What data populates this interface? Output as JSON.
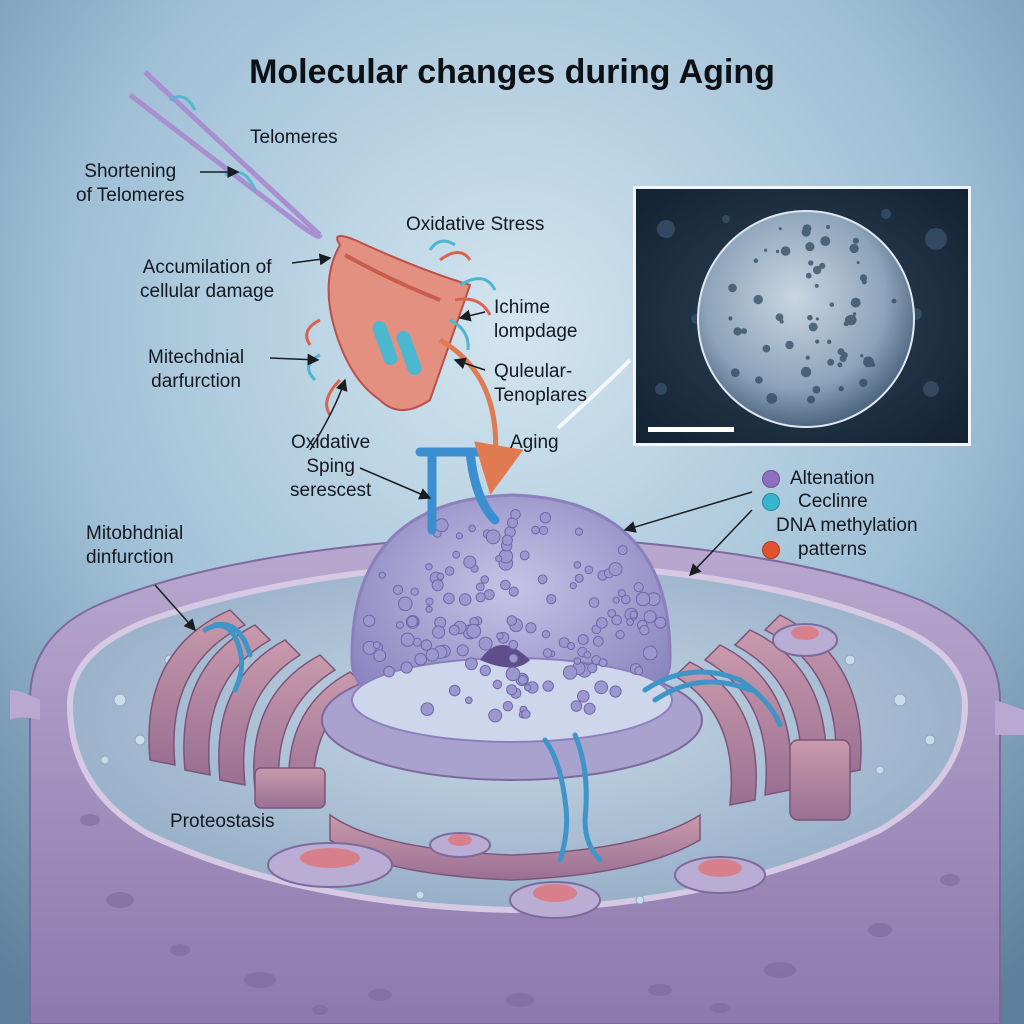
{
  "title": "Molecular changes during Aging",
  "labels": {
    "telomeres": "Telomeres",
    "shortening_l1": "Shortening",
    "shortening_l2": "of Telomeres",
    "oxidative_stress": "Oxidative Stress",
    "accumulation_l1": "Accumilation of",
    "accumulation_l2": "cellular damage",
    "ichime_l1": "Ichime",
    "ichime_l2": "lompdage",
    "mito_top_l1": "Mitechdnial",
    "mito_top_l2": "darfurction",
    "quleular_l1": "Quleular-",
    "quleular_l2": "Tenoplares",
    "oxidative_sping_l1": "Oxidative",
    "oxidative_sping_l2": "Sping",
    "oxidative_sping_l3": "serescest",
    "aging": "Aging",
    "mito_left_l1": "Mitobhdnial",
    "mito_left_l2": "dinfurction",
    "proteostasis": "Proteostasis"
  },
  "legend": [
    {
      "label": "Altenation",
      "color": "#8e6fbf"
    },
    {
      "label": "Ceclinre",
      "color": "#36b6cc"
    },
    {
      "label": "DNA methylation",
      "color": null
    },
    {
      "label": "patterns",
      "color": "#e0532e"
    }
  ],
  "colors": {
    "background_top": "#c5dbe8",
    "background_bottom": "#6f8eaa",
    "cell_membrane": "#b7a4cc",
    "cytoplasm": "#a9bfd4",
    "mitochondria": "#b27a92",
    "nucleus": "#a8aad6",
    "telomere": "#a88fd0",
    "oxidative_red": "#d9644e",
    "oxidative_cyan": "#4cb8cf",
    "arrow_blue": "#3b8fd0",
    "arrow_orange": "#e07a50"
  }
}
